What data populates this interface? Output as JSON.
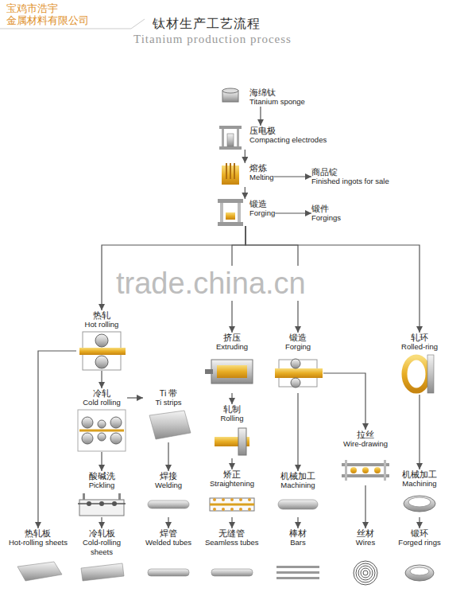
{
  "diagram": {
    "title": "钛材生产工艺流程",
    "nodes": [
      {
        "text": [
          "海绵钛",
          "Titanium sponge"
        ]
      },
      {
        "text": [
          "压电极",
          "Compacting electrodes"
        ]
      },
      {
        "text": [
          "熔炼",
          "Melting"
        ]
      },
      {
        "text": [
          "商品锭",
          "Finished ingots for sale"
        ]
      },
      {
        "text": [
          "锻造",
          "Forging"
        ]
      },
      {
        "text": [
          "锻件",
          "Forgings"
        ]
      },
      {
        "text": [
          "热轧",
          "Hot rolling"
        ]
      },
      {
        "text": [
          "挤压",
          "Extruding"
        ]
      },
      {
        "text": [
          "锻造",
          "Forging"
        ]
      },
      {
        "text": [
          "轧环",
          "Rolled-ring"
        ]
      },
      {
        "text": [
          "冷轧",
          "Cold rolling"
        ]
      },
      {
        "text": [
          "Ti 带",
          "Ti strips"
        ]
      },
      {
        "text": [
          "轧制",
          "Rolling"
        ]
      },
      {
        "text": [
          "拉丝",
          "Wire-drawing"
        ]
      },
      {
        "text": [
          "酸碱洗",
          "Pickling"
        ]
      },
      {
        "text": [
          "焊接",
          "Welding"
        ]
      },
      {
        "text": [
          "矫正",
          "Straightening"
        ]
      },
      {
        "text": [
          "机械加工",
          "Machining"
        ]
      },
      {
        "text": [
          "机械加工",
          "Machining"
        ]
      },
      {
        "text": [
          "热轧板",
          "Hot-rolling sheets"
        ]
      },
      {
        "text": [
          "冷轧板",
          "Cold-rolling sheets"
        ]
      },
      {
        "text": [
          "焊管",
          "Welded tubes"
        ]
      },
      {
        "text": [
          "无缝管",
          "Seamless tubes"
        ]
      },
      {
        "text": [
          "棒材",
          "Bars"
        ]
      },
      {
        "text": [
          "丝材",
          "Wires"
        ]
      },
      {
        "text": [
          "锻环",
          "Forged rings"
        ]
      }
    ],
    "edges": [
      {
        "from": 0,
        "to": 1,
        "arrow": "to"
      },
      {
        "from": 1,
        "to": 2,
        "arrow": "to"
      },
      {
        "from": 2,
        "to": 3,
        "arrow": "to"
      },
      {
        "from": 2,
        "to": 4,
        "arrow": "to"
      },
      {
        "from": 4,
        "to": 5,
        "arrow": "to"
      },
      {
        "from": 4,
        "to": 6,
        "arrow": "to"
      },
      {
        "from": 4,
        "to": 7,
        "arrow": "to"
      },
      {
        "from": 4,
        "to": 8,
        "arrow": "to"
      },
      {
        "from": 4,
        "to": 9,
        "arrow": "to"
      },
      {
        "from": 6,
        "to": 10,
        "arrow": "to"
      },
      {
        "from": 6,
        "to": 19,
        "arrow": "to"
      },
      {
        "from": 10,
        "to": 11,
        "arrow": "to"
      },
      {
        "from": 10,
        "to": 14,
        "arrow": "to"
      },
      {
        "from": 14,
        "to": 20,
        "arrow": "to"
      },
      {
        "from": 11,
        "to": 15,
        "arrow": "to"
      },
      {
        "from": 15,
        "to": 21,
        "arrow": "to"
      },
      {
        "from": 7,
        "to": 12,
        "arrow": "to"
      },
      {
        "from": 12,
        "to": 16,
        "arrow": "to"
      },
      {
        "from": 16,
        "to": 22,
        "arrow": "to"
      },
      {
        "from": 8,
        "to": 17,
        "arrow": "to"
      },
      {
        "from": 8,
        "to": 13,
        "arrow": "to"
      },
      {
        "from": 17,
        "to": 23,
        "arrow": "to"
      },
      {
        "from": 13,
        "to": 24,
        "arrow": "to"
      },
      {
        "from": 9,
        "to": 18,
        "arrow": "to"
      },
      {
        "from": 18,
        "to": 25,
        "arrow": "to"
      }
    ],
    "labels": [
      "宝鸡市浩宇 金属材料有限公司",
      "Titanium production process",
      "trade.china.cn"
    ]
  }
}
